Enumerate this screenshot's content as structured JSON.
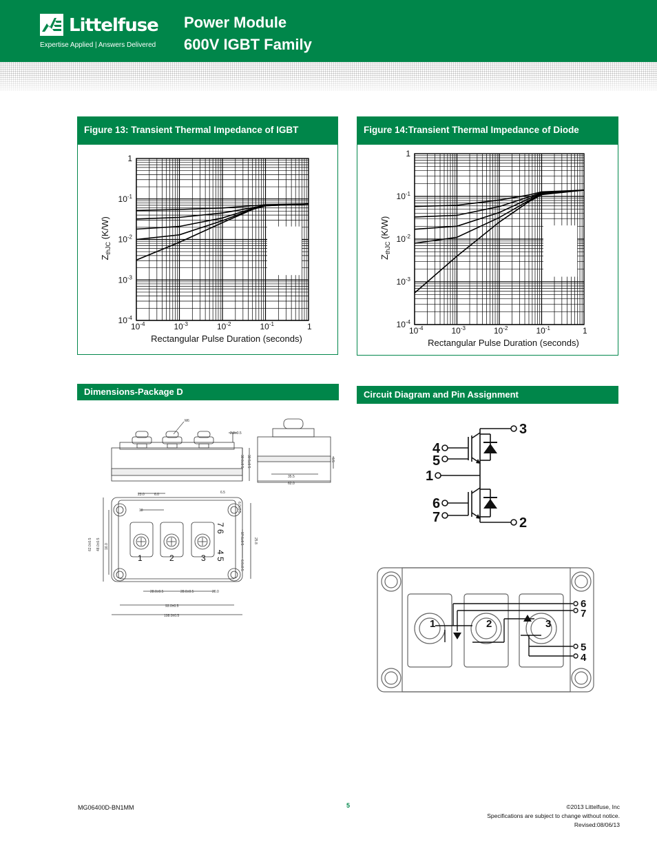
{
  "header": {
    "brand": "Littelfuse",
    "tagline": "Expertise Applied | Answers Delivered",
    "title_line1": "Power Module",
    "title_line2": "600V IGBT Family"
  },
  "figures": [
    {
      "title": "Figure 13: Transient Thermal Impedance of IGBT",
      "ylabel": "Z",
      "ylabel_sub": "thJC",
      "ylabel_unit": " (K/W)",
      "xlabel": "Rectangular Pulse Duration (seconds)",
      "y_ticks": [
        {
          "base": "1",
          "exp": ""
        },
        {
          "base": "10",
          "exp": "-1"
        },
        {
          "base": "10",
          "exp": "-2"
        },
        {
          "base": "10",
          "exp": "-3"
        },
        {
          "base": "10",
          "exp": "-4"
        }
      ],
      "x_ticks": [
        {
          "base": "10",
          "exp": "-4"
        },
        {
          "base": "10",
          "exp": "-3"
        },
        {
          "base": "10",
          "exp": "-2"
        },
        {
          "base": "10",
          "exp": "-1"
        },
        {
          "base": "1",
          "exp": ""
        }
      ]
    },
    {
      "title": "Figure 14:Transient Thermal Impedance of Diode",
      "ylabel": "Z",
      "ylabel_sub": "thJC",
      "ylabel_unit": " (K/W)",
      "xlabel": "Rectangular Pulse Duration (seconds)",
      "y_ticks": [
        {
          "base": "1",
          "exp": ""
        },
        {
          "base": "10",
          "exp": "-1"
        },
        {
          "base": "10",
          "exp": "-2"
        },
        {
          "base": "10",
          "exp": "-3"
        },
        {
          "base": "10",
          "exp": "-4"
        }
      ],
      "x_ticks": [
        {
          "base": "10",
          "exp": "-4"
        },
        {
          "base": "10",
          "exp": "-3"
        },
        {
          "base": "10",
          "exp": "-2"
        },
        {
          "base": "10",
          "exp": "-1"
        },
        {
          "base": "1",
          "exp": ""
        }
      ]
    }
  ],
  "chart_data": [
    {
      "type": "line",
      "xscale": "log",
      "yscale": "log",
      "xlim": [
        0.0001,
        1
      ],
      "ylim": [
        0.0001,
        1
      ],
      "grid": true,
      "series": [
        {
          "x": [
            0.0001,
            0.001,
            0.01,
            0.05,
            0.1,
            1
          ],
          "y": [
            0.0031,
            0.0085,
            0.026,
            0.055,
            0.068,
            0.075
          ]
        },
        {
          "x": [
            0.0001,
            0.001,
            0.01,
            0.05,
            0.1,
            1
          ],
          "y": [
            0.01,
            0.013,
            0.029,
            0.056,
            0.068,
            0.075
          ]
        },
        {
          "x": [
            0.0001,
            0.001,
            0.01,
            0.05,
            0.1,
            1
          ],
          "y": [
            0.018,
            0.021,
            0.034,
            0.058,
            0.069,
            0.075
          ]
        },
        {
          "x": [
            0.0001,
            0.001,
            0.01,
            0.05,
            0.1,
            1
          ],
          "y": [
            0.032,
            0.035,
            0.045,
            0.061,
            0.07,
            0.075
          ]
        },
        {
          "x": [
            0.0001,
            0.001,
            0.01,
            0.05,
            0.1,
            1
          ],
          "y": [
            0.052,
            0.055,
            0.06,
            0.068,
            0.072,
            0.075
          ]
        }
      ]
    },
    {
      "type": "line",
      "xscale": "log",
      "yscale": "log",
      "xlim": [
        0.0001,
        1
      ],
      "ylim": [
        0.0001,
        1
      ],
      "grid": true,
      "series": [
        {
          "x": [
            0.0001,
            0.001,
            0.01,
            0.05,
            0.1,
            1
          ],
          "y": [
            0.00055,
            0.004,
            0.025,
            0.075,
            0.11,
            0.14
          ]
        },
        {
          "x": [
            0.0001,
            0.001,
            0.01,
            0.05,
            0.1,
            1
          ],
          "y": [
            0.008,
            0.011,
            0.032,
            0.08,
            0.115,
            0.14
          ]
        },
        {
          "x": [
            0.0001,
            0.001,
            0.01,
            0.05,
            0.1,
            1
          ],
          "y": [
            0.017,
            0.02,
            0.042,
            0.088,
            0.118,
            0.14
          ]
        },
        {
          "x": [
            0.0001,
            0.001,
            0.01,
            0.05,
            0.1,
            1
          ],
          "y": [
            0.033,
            0.036,
            0.058,
            0.097,
            0.122,
            0.14
          ]
        },
        {
          "x": [
            0.0001,
            0.001,
            0.01,
            0.05,
            0.1,
            1
          ],
          "y": [
            0.058,
            0.062,
            0.082,
            0.108,
            0.128,
            0.14
          ]
        }
      ]
    }
  ],
  "sections": {
    "dimensions_title": "Dimensions-Package D",
    "circuit_title": "Circuit Diagram and Pin Assignment"
  },
  "dimensions": {
    "m6": "M6",
    "d_28": "2.8±0.5",
    "d_300": "30.0±0.5",
    "d_305": "30.5±0.5",
    "d_355": "35.5",
    "d_620": "62.0",
    "d_65": "6.5",
    "d_230": "23.0",
    "d_60a": "6.0",
    "d_18": "18",
    "d_65b": "6.5",
    "d_60b": "6.0±0.5",
    "d_620c": "62.0±0.5",
    "d_480": "48.0±0.5",
    "d_160": "16.0",
    "d_176": "17.6±0.5",
    "d_258": "25.8",
    "d_60c": "6.0±0.5",
    "d_280a": "28.0±0.5",
    "d_280b": "28.0±0.5",
    "d_200": "20.0",
    "d_930": "93.0±0.5",
    "d_1080": "108.0±0.5",
    "term1": "1",
    "term2": "2",
    "term3": "3",
    "side_pins_a": "7  6",
    "side_pins_b": "4  5"
  },
  "circuit": {
    "p1": "1",
    "p2": "2",
    "p3": "3",
    "p4": "4",
    "p5": "5",
    "p6": "6",
    "p7": "7"
  },
  "pins_view": {
    "p1": "1",
    "p2": "2",
    "p3": "3",
    "p4": "4",
    "p5": "5",
    "p6": "6",
    "p7": "7"
  },
  "footer": {
    "part_number": "MG06400D-BN1MM",
    "page": "5",
    "copyright": "©2013 Littelfuse, Inc",
    "notice": "Specifications are subject to change without notice.",
    "revised": "Revised:08/06/13"
  },
  "colors": {
    "brand_green": "#00864a"
  }
}
